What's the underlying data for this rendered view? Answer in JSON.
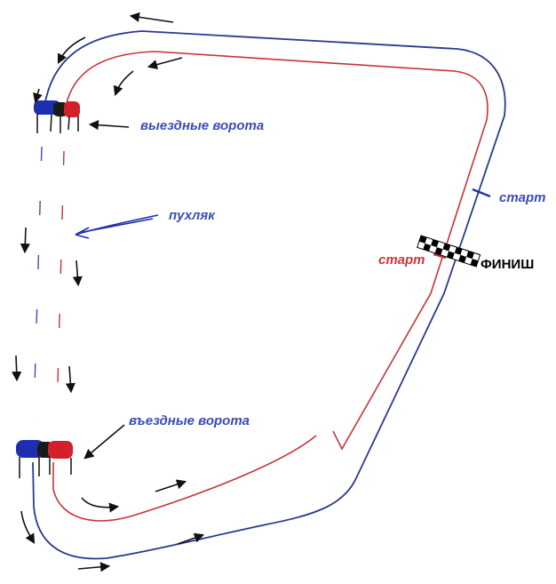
{
  "labels": {
    "exit_gates": "выездные ворота",
    "pukhlyak": "пухляк",
    "entry_gates": "въездные ворота",
    "start_blue": "старт",
    "start_red": "старт",
    "finish": "ФИНИШ"
  },
  "colors": {
    "blue_track": "#2b3a8f",
    "red_track": "#c8323a",
    "blue_text": "#3b4bb8",
    "red_text": "#d0343a",
    "arrow": "#111111"
  },
  "icons": {
    "gate": "gate-post-icon",
    "arrow": "direction-arrow-icon",
    "finish": "checkered-flag-icon"
  }
}
